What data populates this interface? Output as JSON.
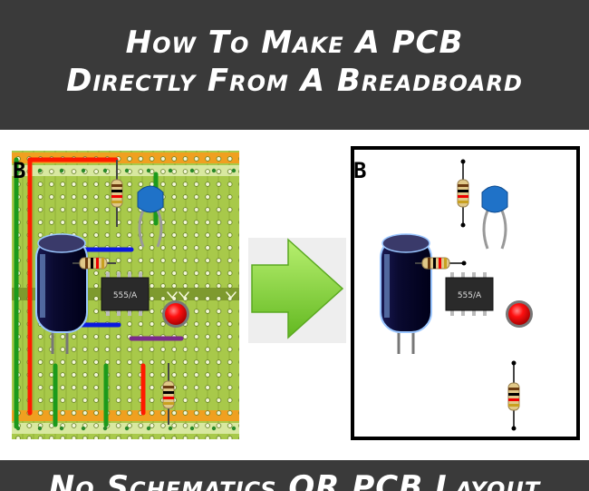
{
  "header": {
    "line1": "How To Make A PCB",
    "line2": "Directly From A Breadboard"
  },
  "footer": {
    "text": "No Schematics OR PCB Layout"
  },
  "components": {
    "ic_label": "555/A",
    "layer_tag": "B"
  },
  "colors": {
    "banner": "#3a3a3a",
    "board": "#a8c94a",
    "arrow": "#8dd63a",
    "wire_red": "#ff1a00",
    "wire_green": "#1c9a1c",
    "wire_blue": "#0a18e0",
    "led": "#e40000"
  }
}
